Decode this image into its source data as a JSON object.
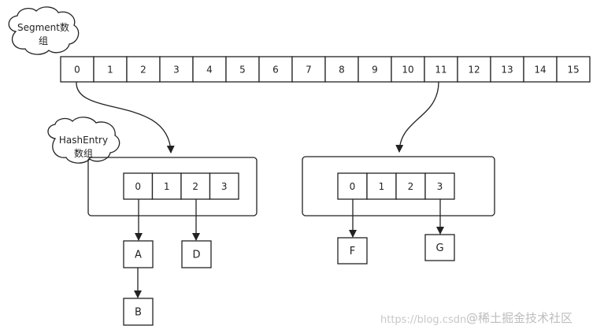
{
  "segment": {
    "label_line1": "Segment数",
    "label_line2": "组",
    "cells": [
      "0",
      "1",
      "2",
      "3",
      "4",
      "5",
      "6",
      "7",
      "8",
      "9",
      "10",
      "11",
      "12",
      "13",
      "14",
      "15"
    ]
  },
  "hashentry": {
    "label_line1": "HashEntry",
    "label_line2": "数组"
  },
  "table_left": {
    "cells": [
      "0",
      "1",
      "2",
      "3"
    ]
  },
  "table_right": {
    "cells": [
      "0",
      "1",
      "2",
      "3"
    ]
  },
  "nodes": {
    "A": "A",
    "B": "B",
    "D": "D",
    "F": "F",
    "G": "G"
  },
  "watermark": {
    "url_text": "https://blog.csdn.",
    "brand_text": "@稀土掘金技术社区"
  },
  "colors": {
    "stroke": "#222222",
    "fill": "#ffffff",
    "watermark": "#c8c8c8"
  }
}
